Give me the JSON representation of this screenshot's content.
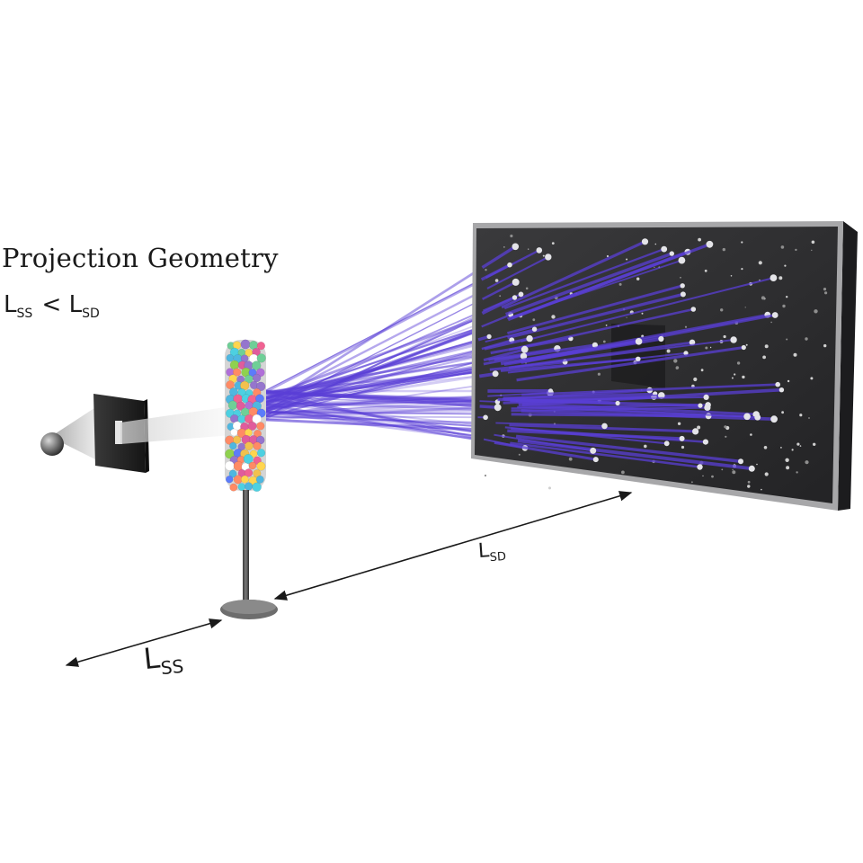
{
  "title": "Projection Geometry",
  "relation": {
    "left_symbol": "L",
    "left_subscript": "SS",
    "operator": "<",
    "right_symbol": "L",
    "right_subscript": "SD"
  },
  "labels": {
    "source_detector": {
      "symbol": "L",
      "subscript": "SD"
    },
    "source_sample": {
      "symbol": "L",
      "subscript": "SS"
    }
  },
  "colors": {
    "beam": "#5a3fd6",
    "detector_bg": "#2e2e30",
    "detector_frame": "#9a9a9c",
    "text": "#1a1a1a"
  }
}
